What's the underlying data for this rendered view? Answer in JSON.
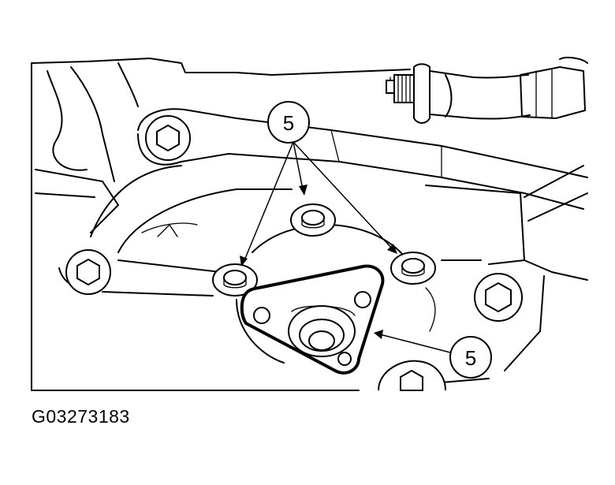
{
  "figure": {
    "id": "G03273183",
    "callouts": [
      {
        "label": "5"
      },
      {
        "label": "5"
      }
    ]
  },
  "icons": {
    "bolt": "hex-bolt-icon",
    "cover": "triangular-cover-plate-icon",
    "sensor": "sensor-connector-icon"
  }
}
